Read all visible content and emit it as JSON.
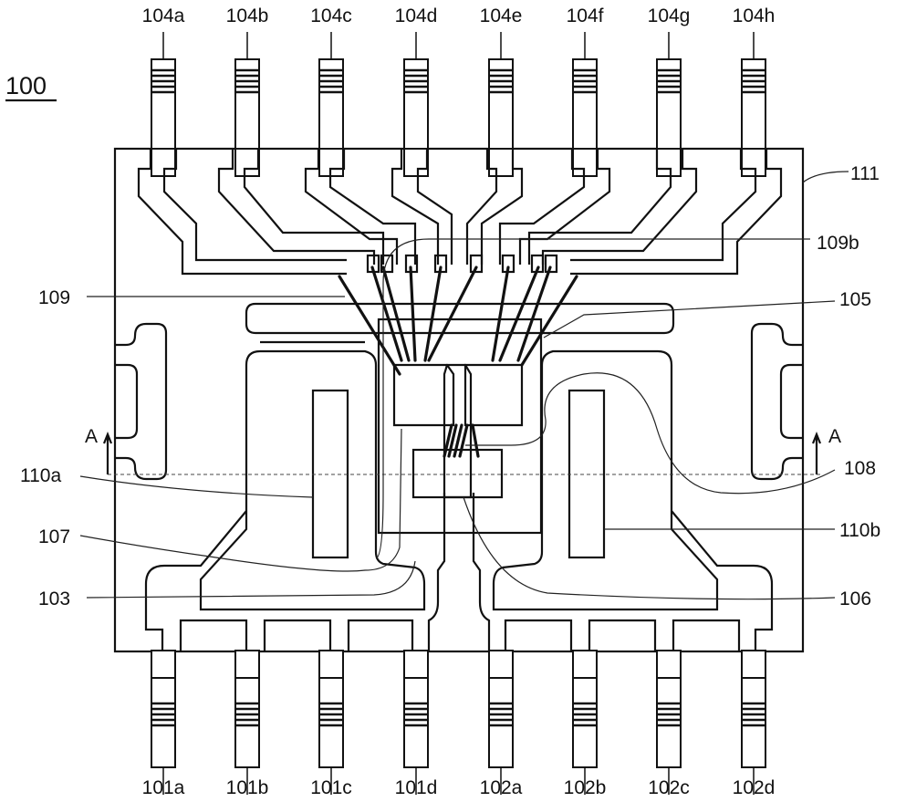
{
  "figure_number": "100",
  "top_pins": [
    "104a",
    "104b",
    "104c",
    "104d",
    "104e",
    "104f",
    "104g",
    "104h"
  ],
  "bottom_pins": [
    "101a",
    "101b",
    "101c",
    "101d",
    "102a",
    "102b",
    "102c",
    "102d"
  ],
  "callouts": {
    "package": "111",
    "upper_frame": "109b",
    "frame_bar": "109",
    "chip_window": "105",
    "pad_left": "110a",
    "pad_right": "110b",
    "wire_region": "107",
    "paddle": "103",
    "bottom_die": "106",
    "right_wave": "108"
  },
  "section_marker": "A"
}
